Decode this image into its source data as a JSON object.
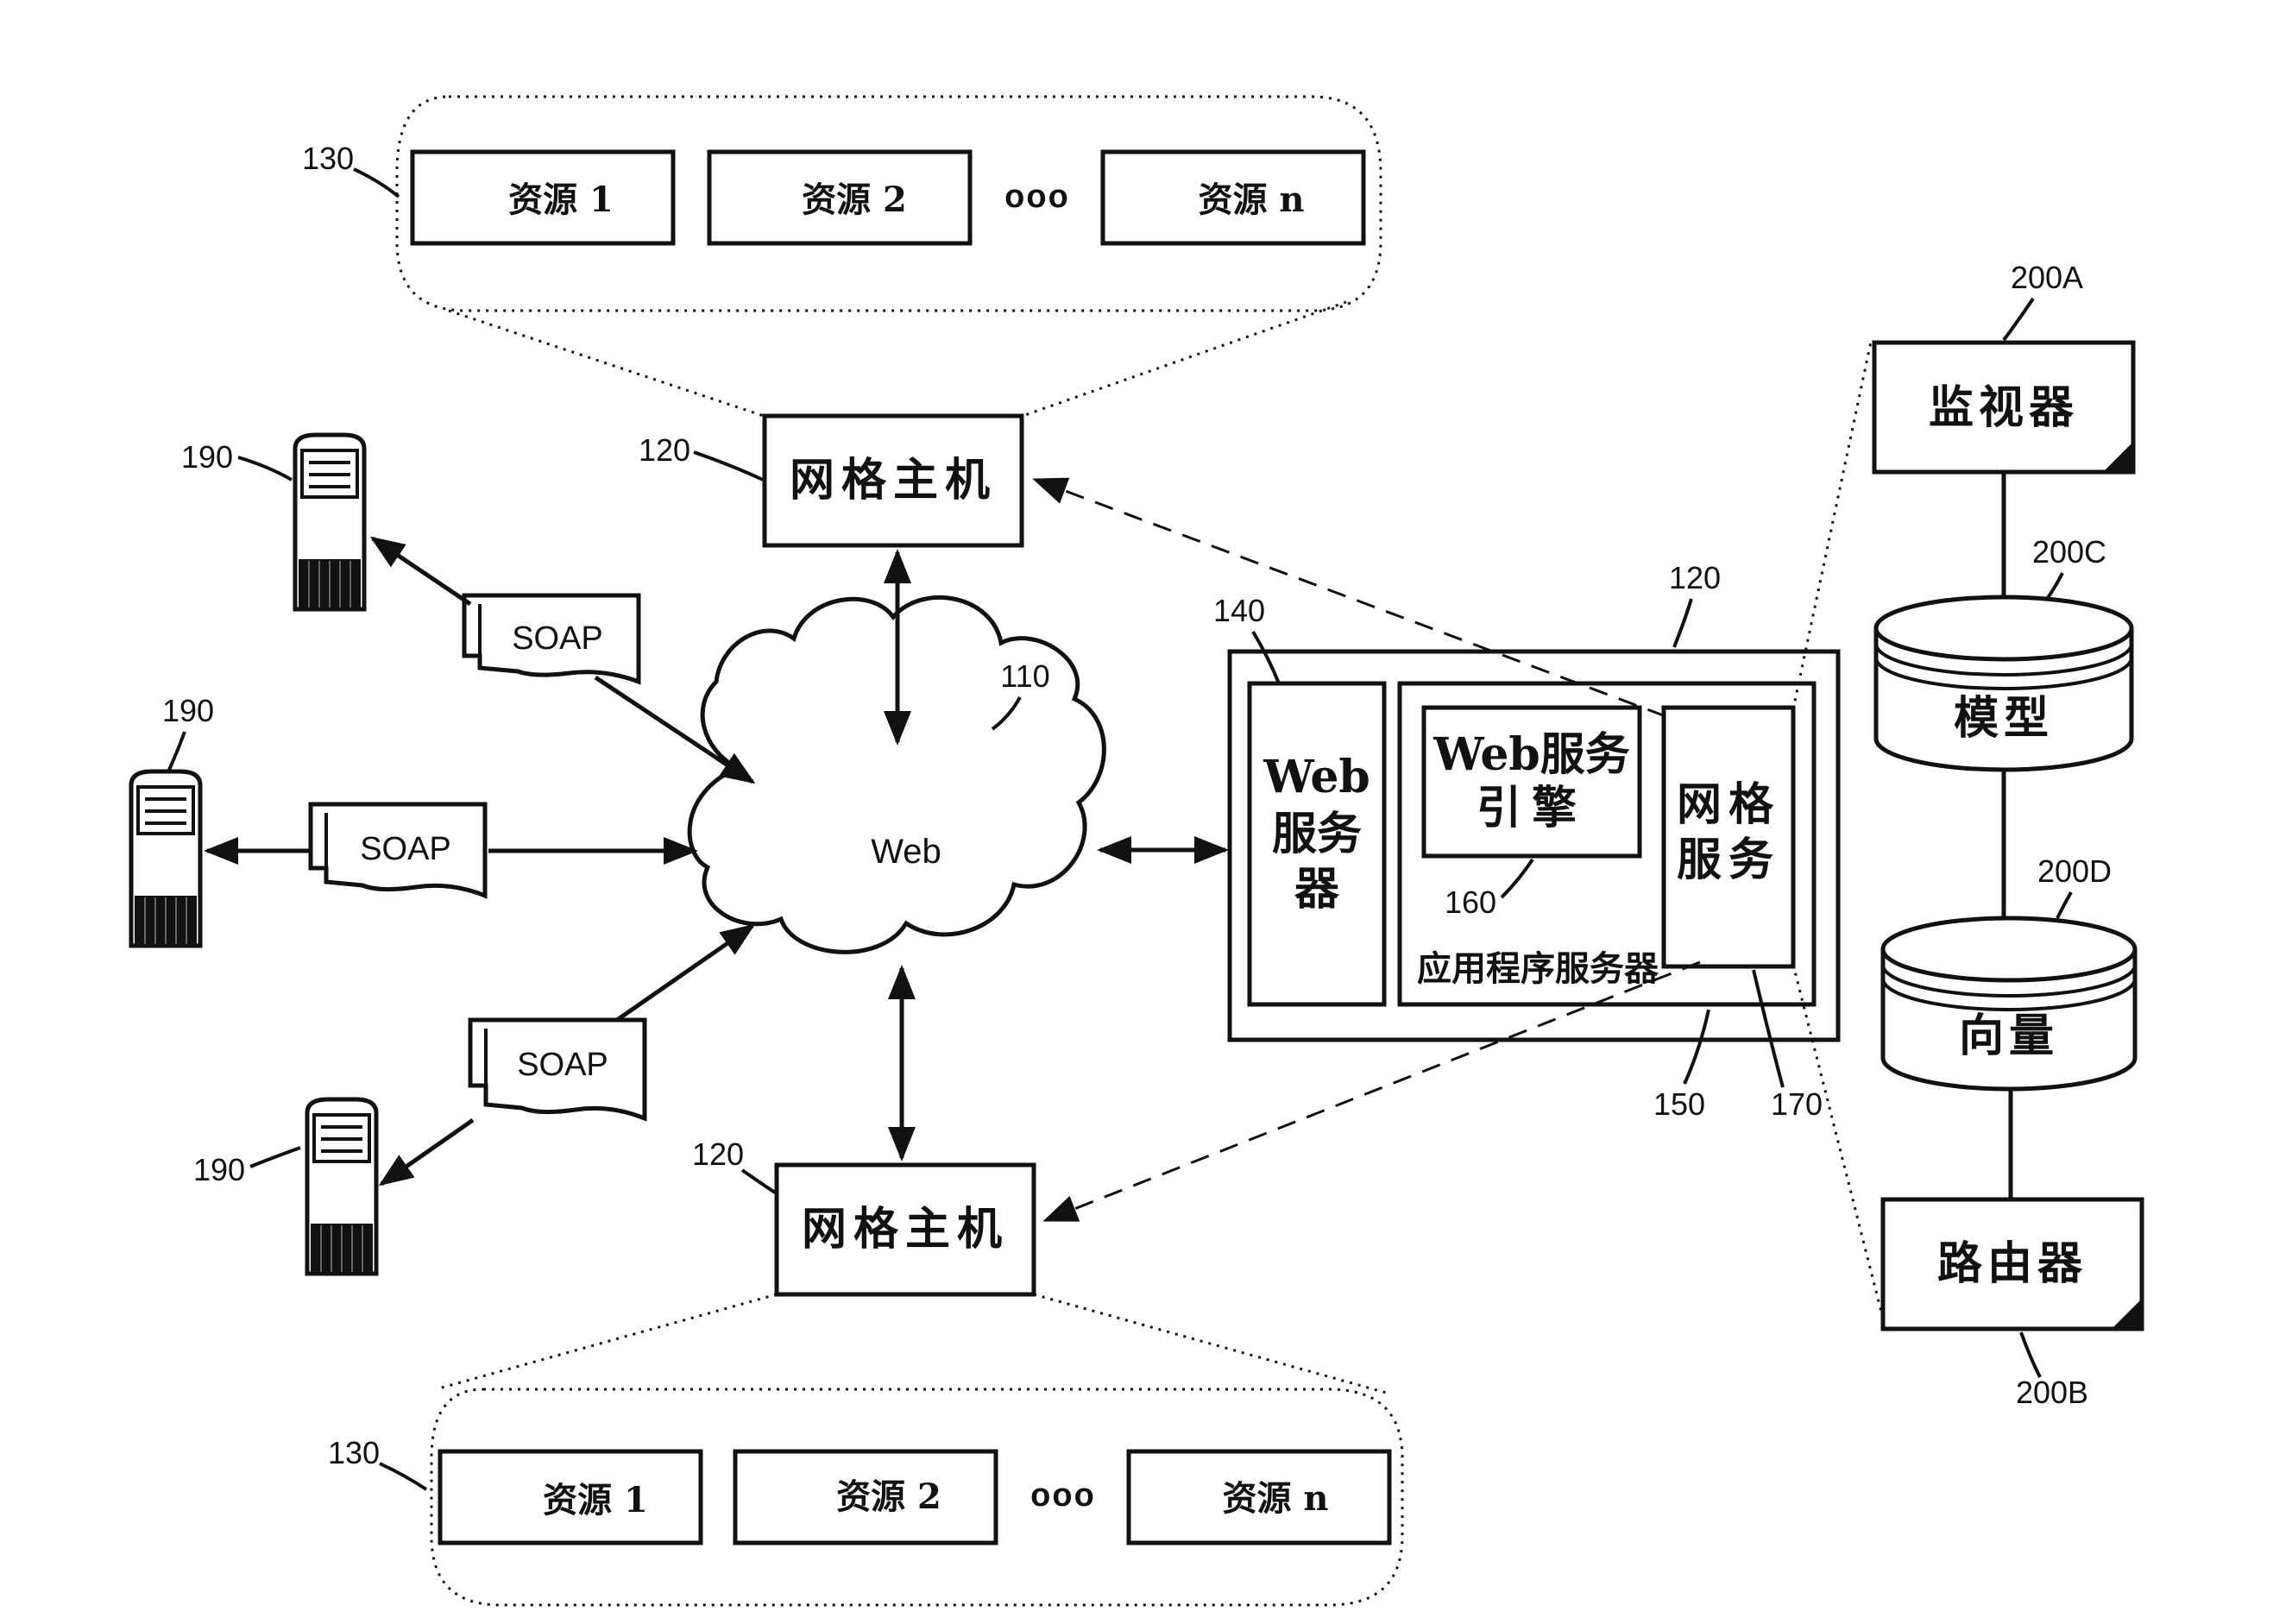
{
  "diagram": {
    "web_cloud": {
      "label": "Web",
      "ref": "110"
    },
    "grid_hosts": [
      {
        "label": "网格主机",
        "ref": "120"
      },
      {
        "label": "网格主机",
        "ref": "120"
      }
    ],
    "resource_groups": [
      {
        "ref": "130",
        "resources": [
          "资源 1",
          "资源 2",
          "资源 n"
        ],
        "ellipsis": "ooo"
      },
      {
        "ref": "130",
        "resources": [
          "资源 1",
          "资源 2",
          "资源 n"
        ],
        "ellipsis": "ooo"
      }
    ],
    "clients": [
      {
        "ref": "190",
        "message": "SOAP"
      },
      {
        "ref": "190",
        "message": "SOAP"
      },
      {
        "ref": "190",
        "message": "SOAP"
      }
    ],
    "server": {
      "ref": "120",
      "web_server": {
        "label_lines": [
          "Web",
          "服务",
          "器"
        ],
        "ref": "140"
      },
      "app_server": {
        "label": "应用程序服务器",
        "ref": "150"
      },
      "engine": {
        "label_lines": [
          "Web服务",
          "引擎"
        ],
        "ref": "160"
      },
      "grid_service": {
        "label_lines": [
          "网格",
          "服务"
        ],
        "ref": "170"
      }
    },
    "components": {
      "monitor": {
        "label": "监视器",
        "ref": "200A"
      },
      "model": {
        "label": "模型",
        "ref": "200C"
      },
      "vector": {
        "label": "向量",
        "ref": "200D"
      },
      "router": {
        "label": "路由器",
        "ref": "200B"
      }
    }
  }
}
